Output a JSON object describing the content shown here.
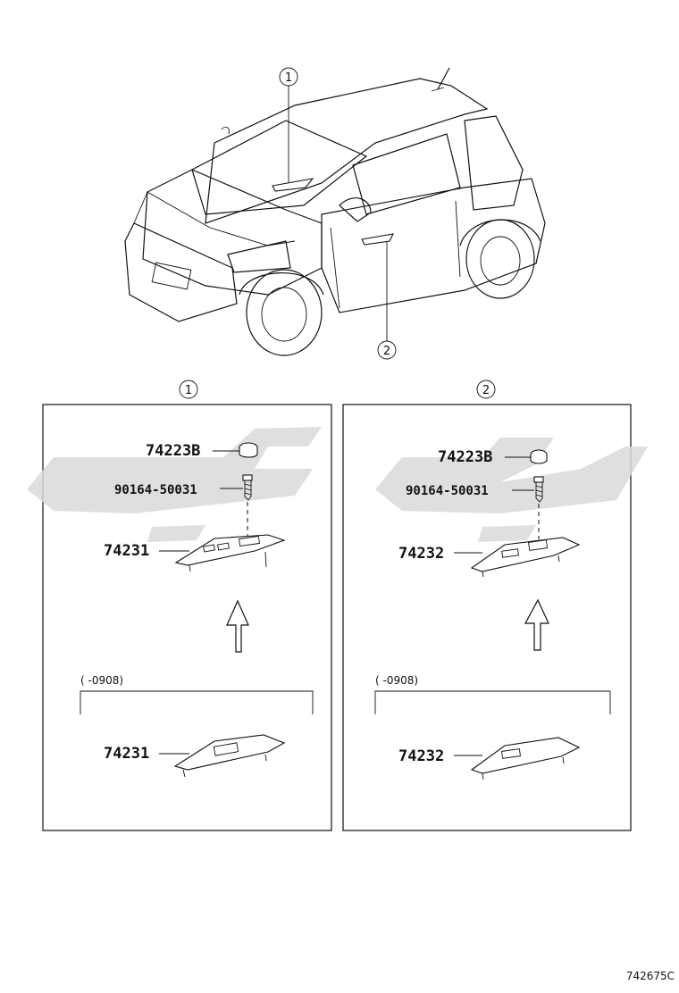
{
  "callouts": {
    "c1": "1",
    "c2": "2"
  },
  "panel1": {
    "header": "1",
    "cap": "74223B",
    "screw": "90164-50031",
    "panel_new": "74231",
    "range_note": "(      -0908)",
    "panel_old": "74231"
  },
  "panel2": {
    "header": "2",
    "cap": "74223B",
    "screw": "90164-50031",
    "panel_new": "74232",
    "range_note": "(      -0908)",
    "panel_old": "74232"
  },
  "diagram_id": "742675C",
  "watermark": "logo"
}
